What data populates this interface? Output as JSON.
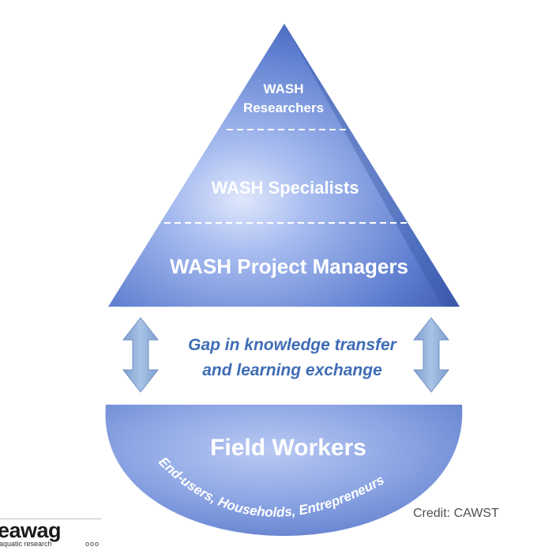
{
  "pyramid": {
    "top_label_line1": "WASH",
    "top_label_line2": "Researchers",
    "middle_label": "WASH Specialists",
    "bottom_label": "WASH Project Managers"
  },
  "gap": {
    "line1": "Gap in knowledge transfer",
    "line2": "and learning exchange"
  },
  "drop_base": {
    "title": "Field Workers",
    "arc_text": "End-users, Households, Entrepreneurs"
  },
  "credit": "Credit: CAWST",
  "logo": {
    "wordmark": "eawag",
    "tagline": "aquatic research",
    "dots": "ooo"
  },
  "colors": {
    "drop_dark": "#3a5bb0",
    "drop_light": "#b7c8f0",
    "arrow": "#8fb0d8",
    "gap_text": "#3f6db5"
  }
}
